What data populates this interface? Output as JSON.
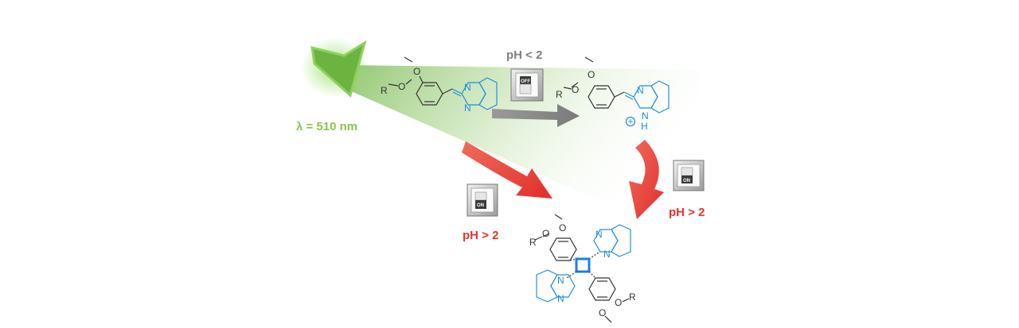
{
  "wavelength_label": "λ = 510 nm",
  "conditions": {
    "acid": "pH < 2",
    "base_right": "pH > 2",
    "base_left": "pH > 2"
  },
  "switches": {
    "off_label": "OFF",
    "on_label": "ON"
  },
  "atoms": {
    "oxygen": "O",
    "r_group": "R",
    "nitrogen": "N",
    "hydrogen": "H",
    "plus": "+"
  },
  "colors": {
    "light_green": "#7fbf3f",
    "label_green": "#8bc34a",
    "acid_gray": "#808080",
    "base_red": "#e8312f",
    "quinoxaline_blue": "#1e8fe0",
    "cyclobutane_blue": "#1a7fe6"
  }
}
